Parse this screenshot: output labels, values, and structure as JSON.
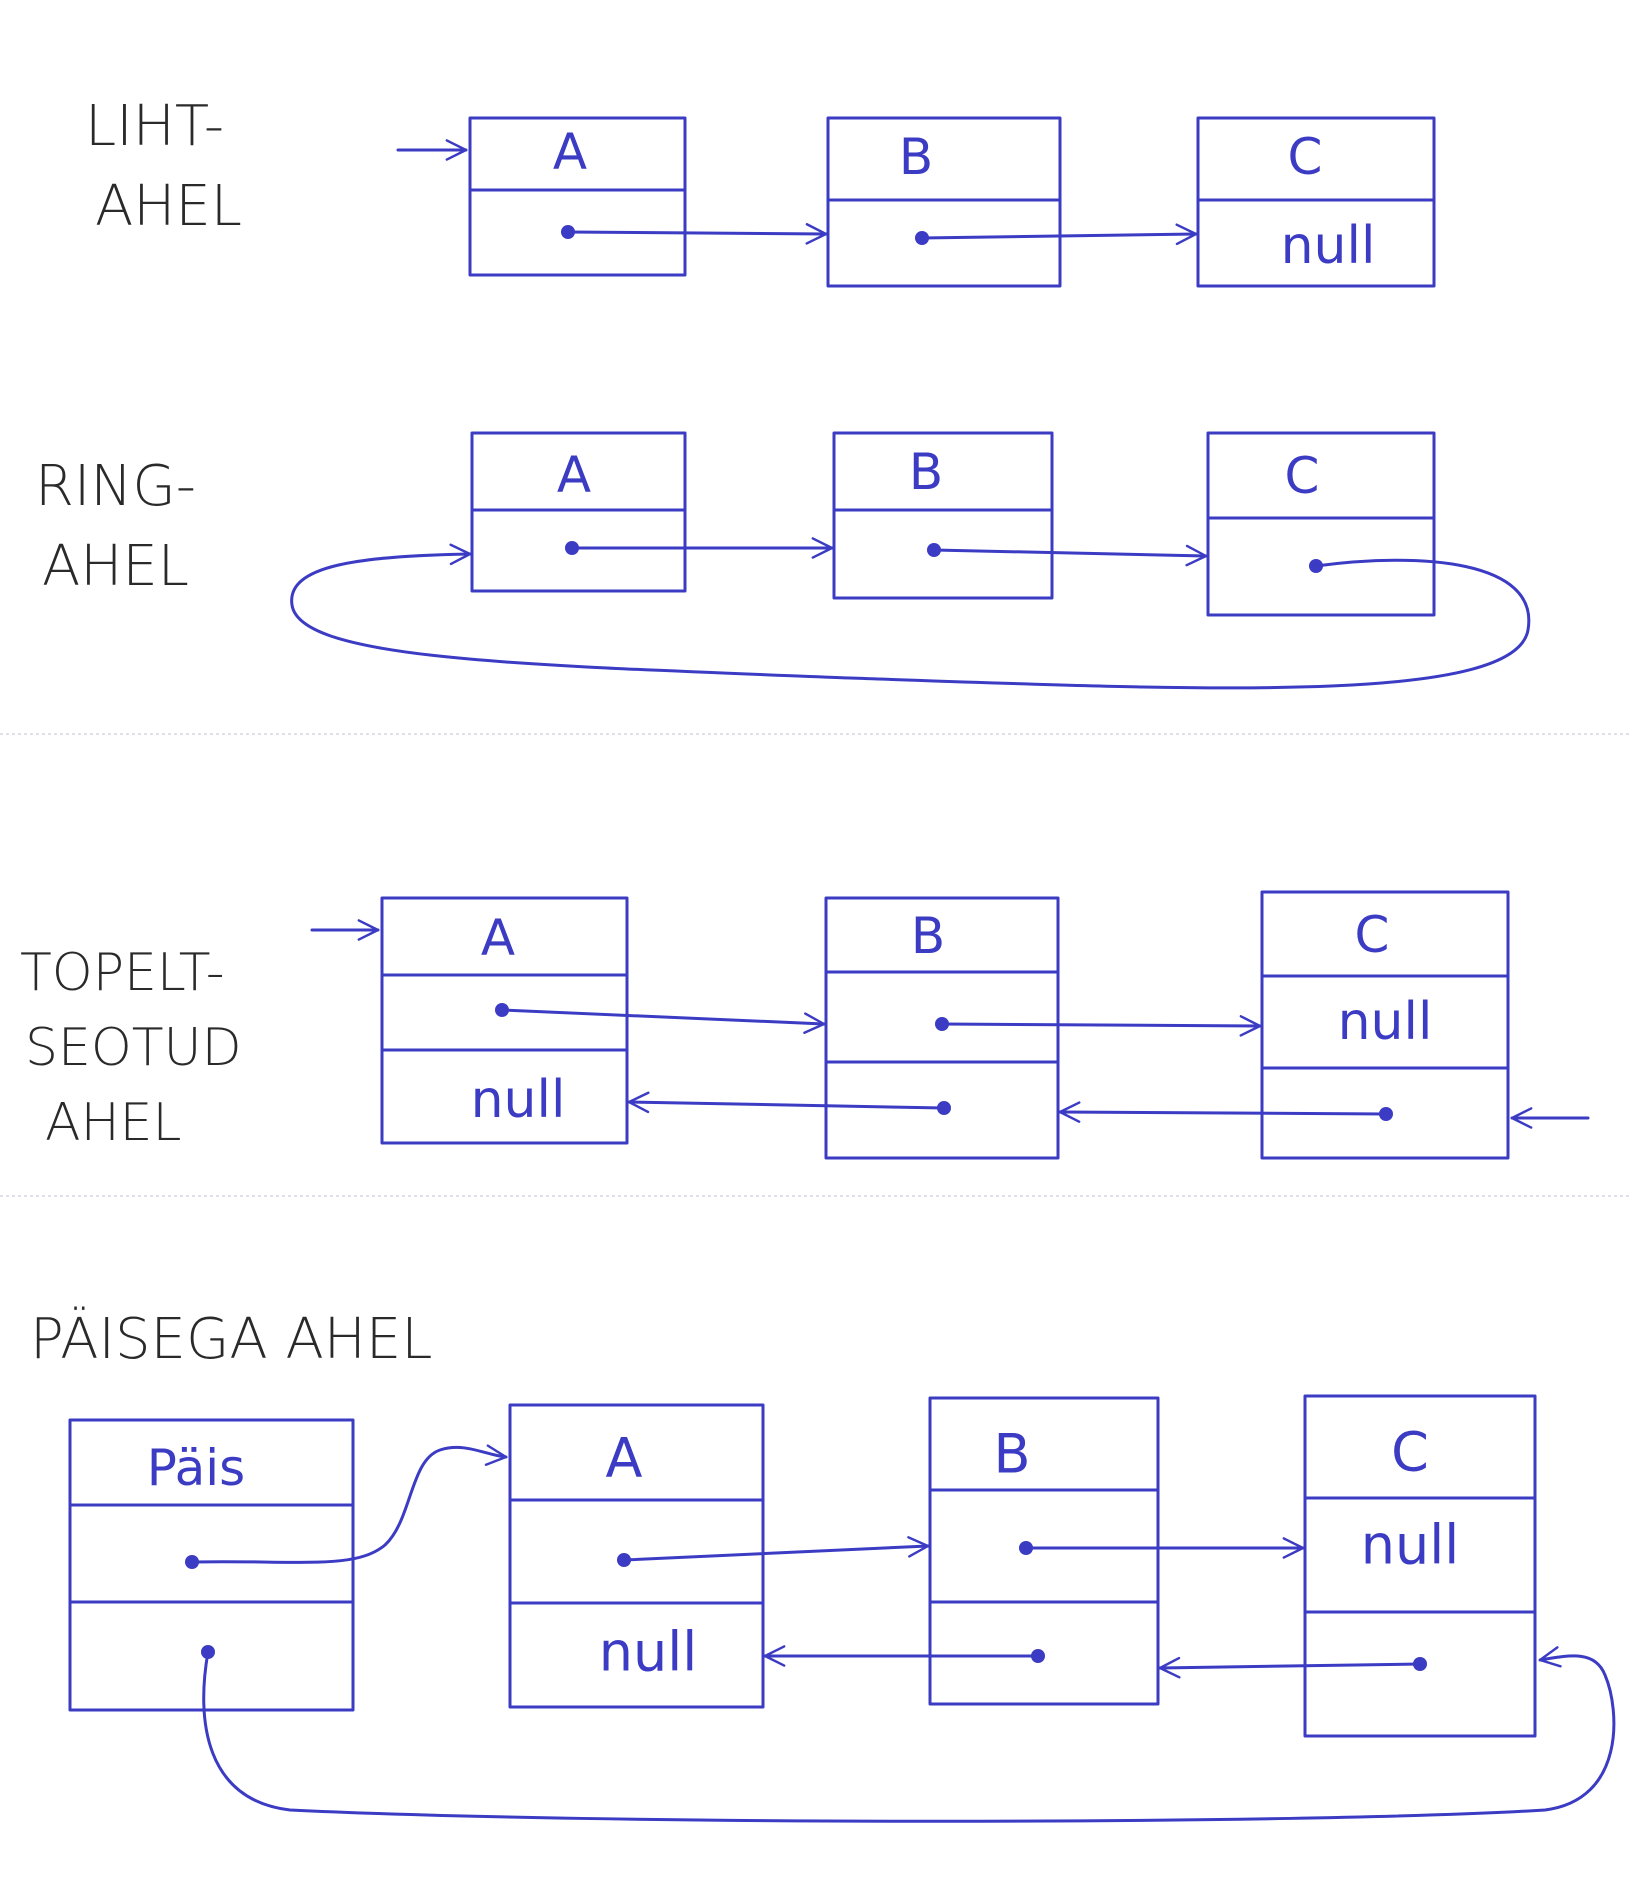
{
  "sections": {
    "single": {
      "title_line1": "LIHT-",
      "title_line2": "AHEL"
    },
    "ring": {
      "title_line1": "RING-",
      "title_line2": "AHEL"
    },
    "double": {
      "title_line1": "TOPELT-",
      "title_line2": "SEOTUD",
      "title_line3": "AHEL"
    },
    "header": {
      "title": "PÄISEGA AHEL"
    }
  },
  "nodes": {
    "a": "A",
    "b": "B",
    "c": "C",
    "null": "null",
    "header": "Päis"
  },
  "ink_color": "#3b3bc4"
}
